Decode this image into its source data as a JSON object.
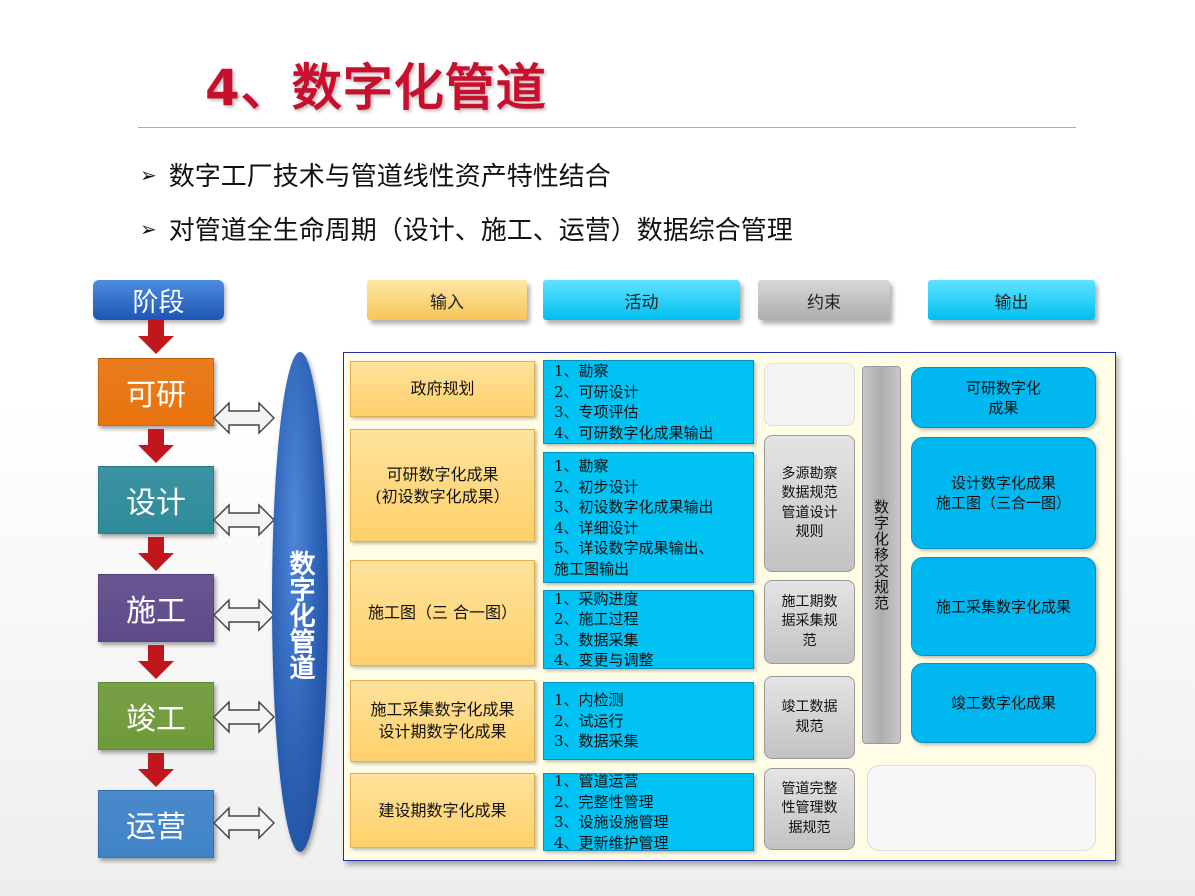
{
  "slide": {
    "title": "4、数字化管道",
    "bullets": [
      {
        "mark": "➢",
        "text": "数字工厂技术与管道线性资产特性结合"
      },
      {
        "mark": "➢",
        "text": "对管道全生命周期（设计、施工、运营）数据综合管理"
      }
    ]
  },
  "stages": {
    "header": "阶段",
    "items": [
      {
        "label": "可研",
        "color": "#e8730e"
      },
      {
        "label": "设计",
        "color": "#2e8b9a"
      },
      {
        "label": "施工",
        "color": "#5e4a8a"
      },
      {
        "label": "竣工",
        "color": "#6f9a3a"
      },
      {
        "label": "运营",
        "color": "#3f83c8"
      }
    ]
  },
  "center": {
    "label": "数字化管道"
  },
  "columns": {
    "input": "输入",
    "activity": "活动",
    "constraint": "约束",
    "output": "输出"
  },
  "inputs": [
    "政府规划",
    "可研数字化成果\n(初设数字化成果）",
    "施工图（三 合一图）",
    "施工采集数字化成果\n设计期数字化成果",
    "建设期数字化成果"
  ],
  "activities": [
    [
      "1、勘察",
      "2、可研设计",
      "3、专项评估",
      "4、可研数字化成果输出"
    ],
    [
      "1、勘察",
      "2、初步设计",
      "3、初设数字化成果输出",
      "4、详细设计",
      "5、详设数字成果输出、",
      "施工图输出"
    ],
    [
      "1、采购进度",
      "2、施工过程",
      "3、数据采集",
      "4、变更与调整"
    ],
    [
      "1、内检测",
      "2、试运行",
      "3、数据采集"
    ],
    [
      "1、管道运营",
      "2、完整性管理",
      "3、设施设施管理",
      "4、更新维护管理"
    ]
  ],
  "constraints": [
    "",
    "多源勘察数据规范管道设计规则",
    "施工期数据采集规范",
    "竣工数据规范",
    "管道完整性管理数据规范"
  ],
  "transfer_rule": "数字化移交规范",
  "outputs": [
    "可研数字化\n成果",
    "设计数字化成果\n施工图（三合一图）",
    "施工采集数字化成果",
    "竣工数字化成果"
  ],
  "colors": {
    "title": "#c8102e",
    "arrow": "#c0161c",
    "input": "#ffd06a",
    "activity": "#00c2f3",
    "constraint": "#c2c2c2",
    "output": "#00b8ef",
    "center": "#2a5fb4"
  }
}
